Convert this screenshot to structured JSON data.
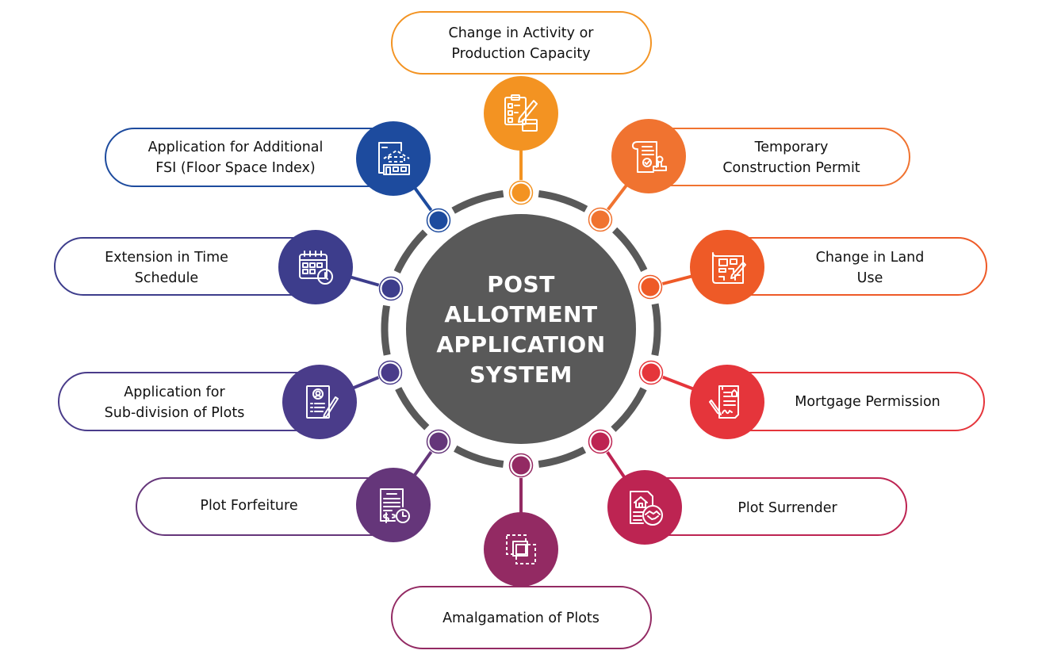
{
  "diagram": {
    "title_lines": [
      "POST",
      "ALLOTMENT",
      "APPLICATION",
      "SYSTEM"
    ],
    "center_color": "#595959",
    "ring_color": "#595959",
    "items": [
      {
        "id": "change-in-activity",
        "lines": [
          "Change in Activity or",
          "Production Capacity"
        ],
        "color": "#F39322",
        "icon": "checklist-box-icon"
      },
      {
        "id": "temporary-construction-permit",
        "lines": [
          "Temporary",
          "Construction Permit"
        ],
        "color": "#F07330",
        "icon": "permit-stamp-icon"
      },
      {
        "id": "change-in-land-use",
        "lines": [
          "Change in Land",
          "Use"
        ],
        "color": "#EE5A27",
        "icon": "blueprint-icon"
      },
      {
        "id": "mortgage-permission",
        "lines": [
          "Mortgage Permission"
        ],
        "color": "#E5353B",
        "icon": "mortgage-document-icon"
      },
      {
        "id": "plot-surrender",
        "lines": [
          "Plot Surrender"
        ],
        "color": "#BD2452",
        "icon": "property-handshake-icon"
      },
      {
        "id": "amalgamation-of-plots",
        "lines": [
          "Amalgamation of Plots"
        ],
        "color": "#932A63",
        "icon": "merge-squares-icon"
      },
      {
        "id": "plot-forfeiture",
        "lines": [
          "Plot Forfeiture"
        ],
        "color": "#65367A",
        "icon": "invoice-clock-icon"
      },
      {
        "id": "sub-division-of-plots",
        "lines": [
          "Application for",
          "Sub-division of Plots"
        ],
        "color": "#4A3C8A",
        "icon": "profile-form-icon"
      },
      {
        "id": "extension-in-time-schedule",
        "lines": [
          "Extension in Time",
          "Schedule"
        ],
        "color": "#3D3D8C",
        "icon": "calendar-clock-icon"
      },
      {
        "id": "additional-fsi",
        "lines": [
          "Application for Additional",
          "FSI (Floor Space Index)"
        ],
        "color": "#1D4B9E",
        "icon": "building-plan-icon"
      }
    ]
  }
}
